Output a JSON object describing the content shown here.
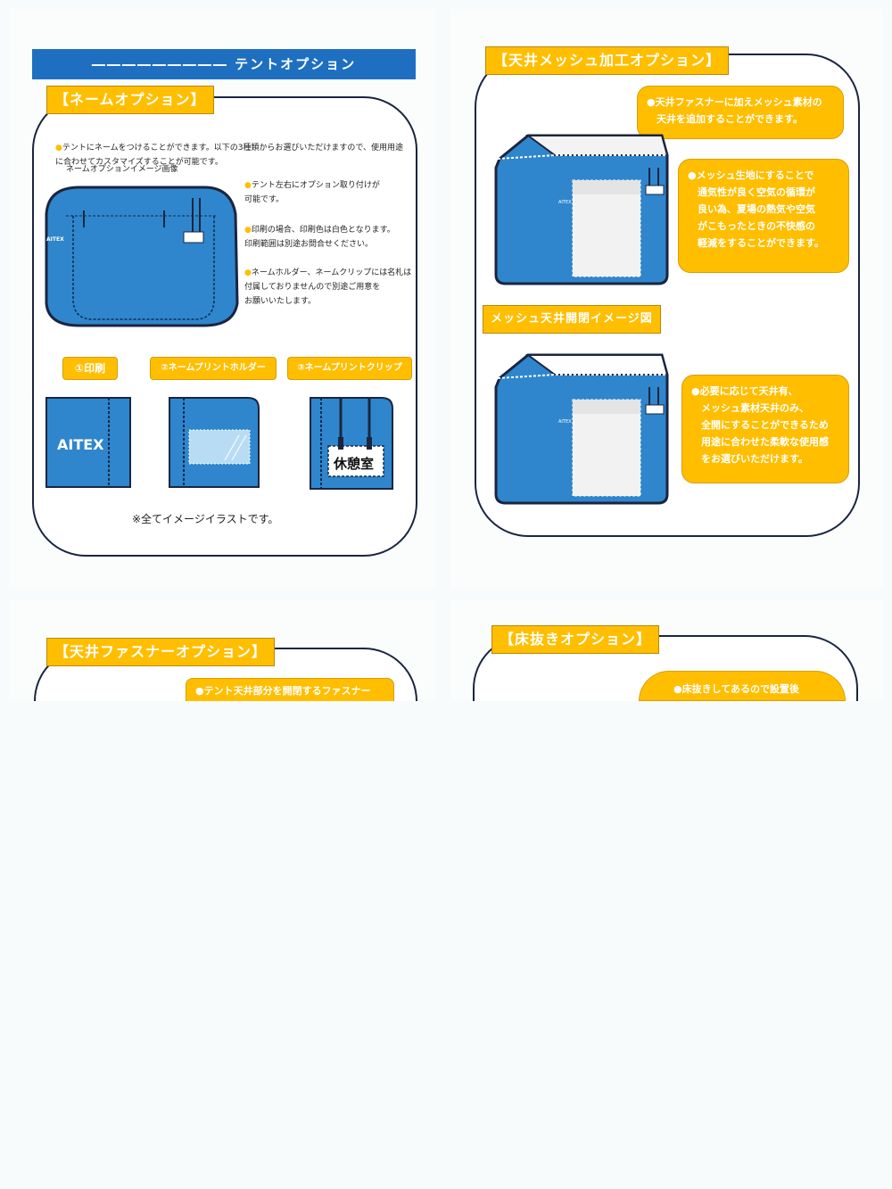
{
  "colors": {
    "accent": "#ffbe00",
    "tent_blue": "#2f86cc",
    "banner_blue": "#1e6fc0",
    "frame": "#1a2540"
  },
  "panel_name": {
    "banner_title": "―――――――――  テントオプション  ―――――――――",
    "tag": "【ネームオプション】",
    "intro": "テントにネームをつけることができます。以下の3種類からお選びいただけますので、使用用途\nに合わせてカスタマイズすることが可能です。",
    "image_caption": "ネームオプションイメージ画像",
    "tent_print": "AITEX",
    "notes": [
      "テント左右にオプション取り付けが\n可能です。",
      "印刷の場合、印刷色は白色となります。\n印刷範囲は別途お問合せください。",
      "ネームホルダー、ネームクリップには名札は\n付属しておりませんので別途ご用意を\nお願いいたします。"
    ],
    "options": [
      "①印刷",
      "②ネームプリントホルダー",
      "③ネームプリントクリップ"
    ],
    "sample_print": "AITEX",
    "sample_clip_label": "休憩室",
    "footnote": "※全てイメージイラストです。"
  },
  "panel_mesh": {
    "tag": "【天井メッシュ加工オプション】",
    "bubble_top": "●天井ファスナーに加えメッシュ素材の\n　天井を追加することができます。",
    "bubble_right": "●メッシュ生地にすることで\n　通気性が良く空気の循環が\n　良い為、夏場の熱気や空気\n　がこもったときの不快感の\n　軽減をすることができます。",
    "subtag": "メッシュ天井開閉イメージ図",
    "bubble_bottom": "●必要に応じて天井有、\n　メッシュ素材天井のみ、\n　全開にすることができるため\n　用途に合わせた柔軟な使用感\n　をお選びいただけます。",
    "tent_print": "AITEX"
  },
  "panel_zipper": {
    "tag": "【天井ファスナーオプション】",
    "bubble": "●テント天井部分を開閉するファスナー"
  },
  "panel_floor": {
    "tag": "【床抜きオプション】",
    "bubble": "●床抜きしてあるので設置後"
  }
}
